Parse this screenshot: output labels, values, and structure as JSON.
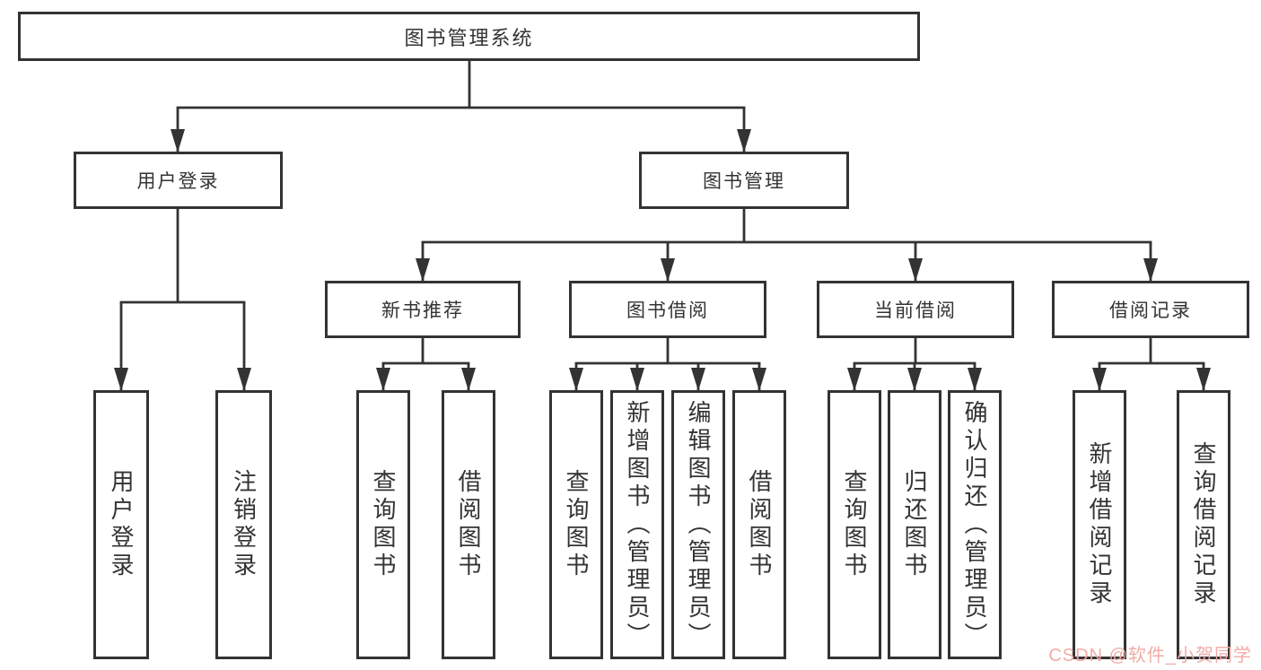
{
  "diagram_title": "图书管理系统",
  "tree": {
    "label": "图书管理系统",
    "children": [
      {
        "label": "用户登录",
        "children": [
          {
            "label": "用户登录"
          },
          {
            "label": "注销登录"
          }
        ]
      },
      {
        "label": "图书管理",
        "children": [
          {
            "label": "新书推荐",
            "children": [
              {
                "label": "查询图书"
              },
              {
                "label": "借阅图书"
              }
            ]
          },
          {
            "label": "图书借阅",
            "children": [
              {
                "label": "查询图书"
              },
              {
                "label": "新增图书（管理员）"
              },
              {
                "label": "编辑图书（管理员）"
              },
              {
                "label": "借阅图书"
              }
            ]
          },
          {
            "label": "当前借阅",
            "children": [
              {
                "label": "查询图书"
              },
              {
                "label": "归还图书"
              },
              {
                "label": "确认归还（管理员）"
              }
            ]
          },
          {
            "label": "借阅记录",
            "children": [
              {
                "label": "新增借阅记录"
              },
              {
                "label": "查询借阅记录"
              }
            ]
          }
        ]
      }
    ]
  },
  "watermark": {
    "text": "CSDN @软件_小贺同学",
    "color": "#f0a8a2"
  },
  "colors": {
    "box_border": "#333333",
    "connector_line": "#333333",
    "text": "#333333",
    "background": "#ffffff"
  }
}
